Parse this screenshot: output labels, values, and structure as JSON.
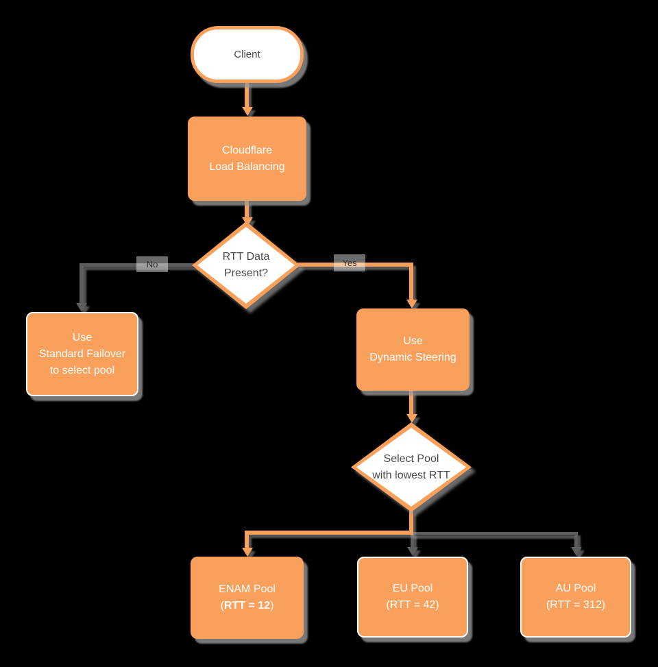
{
  "colors": {
    "background": "#000000",
    "orange": "#F9A05C",
    "edge_gray": "#5D5D5D",
    "node_text_light": "#FFFFFF",
    "node_text_dark": "#4A4A4A",
    "white": "#FFFFFF"
  },
  "nodes": {
    "client": {
      "label": "Client"
    },
    "load_balancer": {
      "label": "Cloudflare\nLoad Balancing"
    },
    "rtt_decision": {
      "label": "RTT Data\nPresent?"
    },
    "standard_failover": {
      "label": "Use\nStandard Failover\nto select pool"
    },
    "dynamic_steering": {
      "label": "Use\nDynamic Steering"
    },
    "select_pool": {
      "label": "Select Pool\nwith lowest RTT"
    },
    "enam_pool": {
      "line1": "ENAM Pool",
      "paren_open": "(",
      "rtt_bold": "RTT = 12",
      "paren_close": ")"
    },
    "eu_pool": {
      "label": "EU Pool\n(RTT = 42)"
    },
    "au_pool": {
      "label": "AU Pool\n(RTT = 312)"
    }
  },
  "edge_labels": {
    "no": "No",
    "yes": "Yes"
  }
}
